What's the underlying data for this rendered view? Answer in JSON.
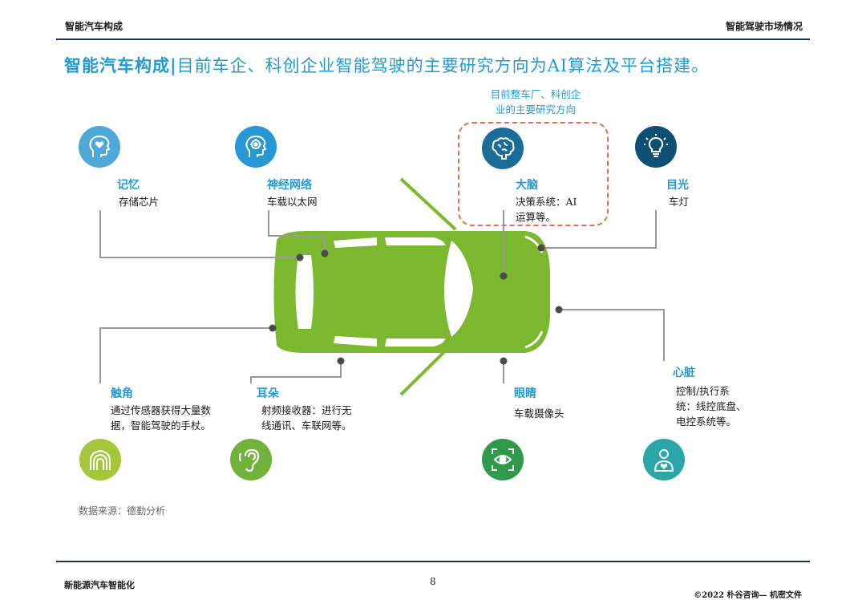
{
  "header": {
    "left": "智能汽车构成",
    "right": "智能驾驶市场情况"
  },
  "title": {
    "bold": "智能汽车构成|",
    "rest": "目前车企、科创企业智能驾驶的主要研究方向为AI算法及平台搭建。"
  },
  "callout": {
    "line1": "目前整车厂、科创企",
    "line2": "业的主要研究方向"
  },
  "colors": {
    "accent": "#1f9ad6",
    "car": "#7cb82f",
    "navy": "#1f2f5a",
    "dash": "#e0704a",
    "memory": "#4ea9d9",
    "network": "#2796d4",
    "brain": "#1a6d99",
    "eyes": "#0f4f76",
    "touch": "#a4c639",
    "ear": "#6fb33a",
    "camera": "#2e9a4a",
    "heart": "#2aa6a8"
  },
  "components": {
    "memory": {
      "label": "记忆",
      "desc1": "存储芯片",
      "desc2": "",
      "desc3": "",
      "icon": "head-heart-icon"
    },
    "network": {
      "label": "神经网络",
      "desc1": "车载以太网",
      "desc2": "",
      "desc3": "",
      "icon": "head-network-icon"
    },
    "brain": {
      "label": "大脑",
      "desc1": "决策系统：AI",
      "desc2": "运算等。",
      "desc3": "",
      "icon": "brain-icon"
    },
    "eyes": {
      "label": "目光",
      "desc1": "车灯",
      "desc2": "",
      "desc3": "",
      "icon": "lightbulb-icon"
    },
    "touch": {
      "label": "触角",
      "desc1": "通过传感器获得大量数",
      "desc2": "据，智能驾驶的手杖。",
      "desc3": "",
      "icon": "hands-icon"
    },
    "ear": {
      "label": "耳朵",
      "desc1": "射频接收器：进行无",
      "desc2": "线通讯、车联网等。",
      "desc3": "",
      "icon": "ear-icon"
    },
    "camera": {
      "label": "眼睛",
      "desc1": "车载摄像头",
      "desc2": "",
      "desc3": "",
      "icon": "eye-scan-icon"
    },
    "heart": {
      "label": "心脏",
      "desc1": "控制/执行系",
      "desc2": "统：线控底盘、",
      "desc3": "电控系统等。",
      "icon": "person-heart-icon"
    }
  },
  "source": "数据来源：德勤分析",
  "footer": {
    "left": "新能源汽车智能化",
    "page": "8",
    "right": "©2022 朴谷咨询— 机密文件"
  }
}
